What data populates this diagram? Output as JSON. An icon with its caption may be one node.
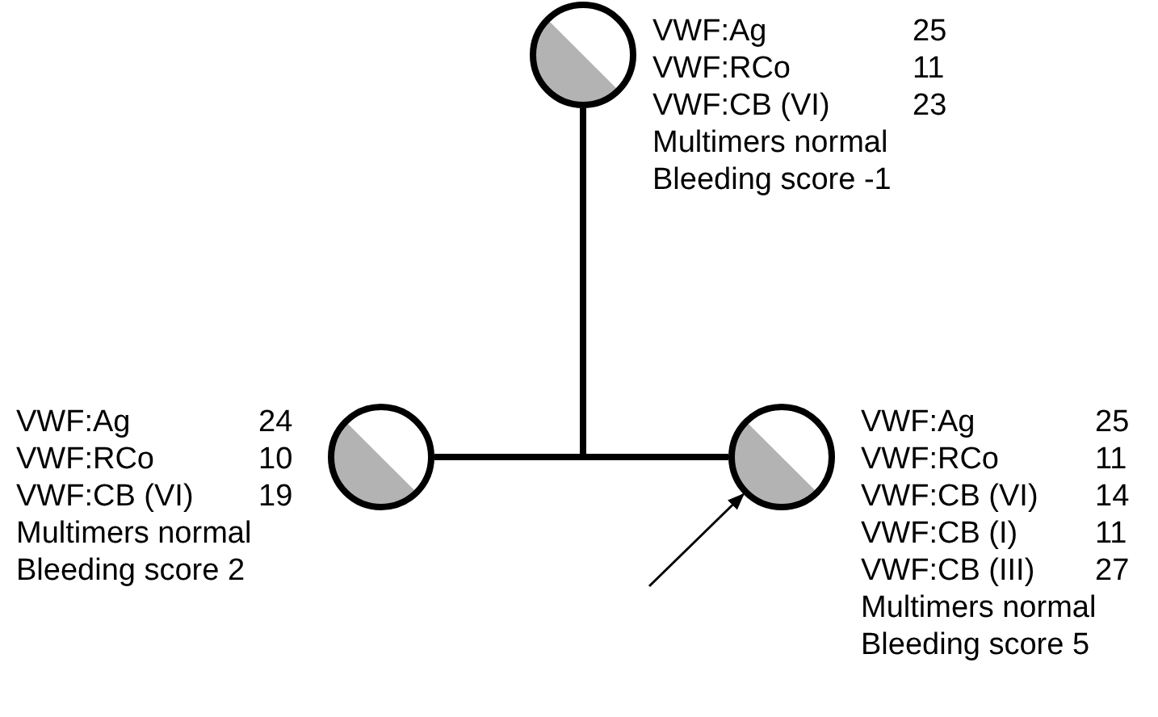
{
  "diagram": {
    "nodes": [
      {
        "text": [],
        "shape": "circle",
        "beside": [
          "VWF:Ag",
          "25",
          "VWF:RCo",
          "11",
          "VWF:CB (VI)",
          "23",
          "Multimers normal",
          "Bleeding score -1"
        ]
      },
      {
        "text": [],
        "shape": "circle",
        "beside": [
          "VWF:Ag",
          "24",
          "VWF:RCo",
          "10",
          "VWF:CB (VI)",
          "19",
          "Multimers normal",
          "Bleeding score 2"
        ]
      },
      {
        "text": [],
        "shape": "circle",
        "beside": [
          "VWF:Ag",
          "25",
          "VWF:RCo",
          "11",
          "VWF:CB (VI)",
          "14",
          "VWF:CB (I)",
          "11",
          "VWF:CB (III)",
          "27",
          "Multimers normal",
          "Bleeding score 5"
        ]
      }
    ],
    "edges": [
      {
        "from": 0,
        "to": 1,
        "arrow": "none"
      },
      {
        "from": 0,
        "to": 2,
        "arrow": "none"
      },
      {
        "from": null,
        "to": 2,
        "arrow": "to"
      }
    ]
  }
}
